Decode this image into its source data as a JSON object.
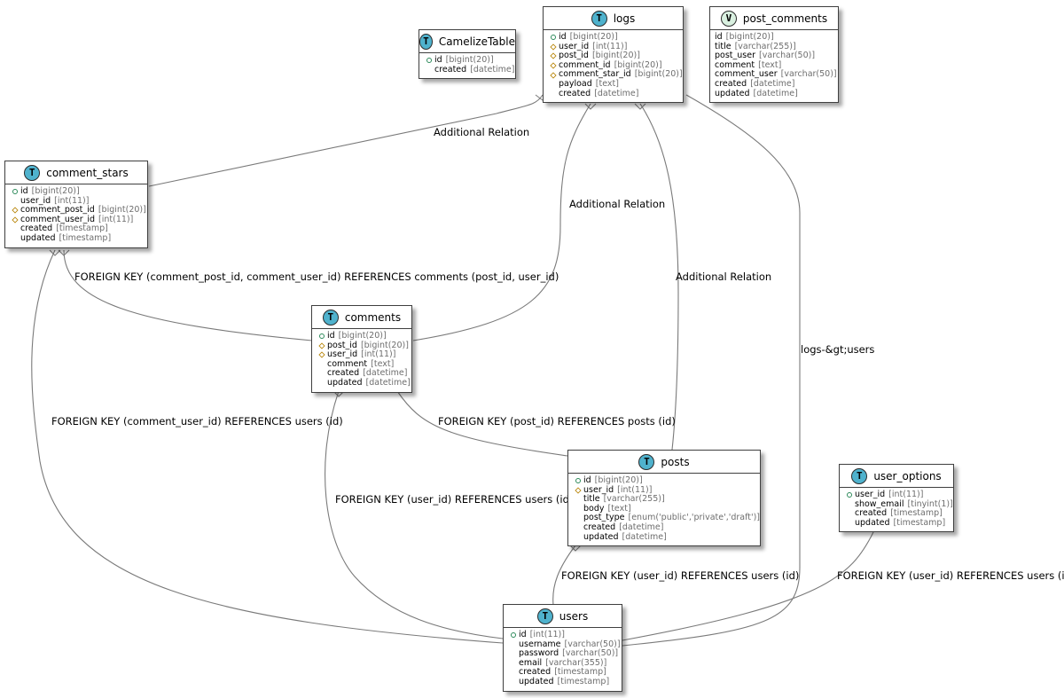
{
  "entities": {
    "camelize": {
      "name": "CamelizeTable",
      "kind": "T",
      "attrs": [
        {
          "name": "id",
          "type": "[bigint(20)]",
          "mark": "pk"
        },
        {
          "name": "created",
          "type": "[datetime]",
          "mark": "none"
        }
      ]
    },
    "logs": {
      "name": "logs",
      "kind": "T",
      "attrs": [
        {
          "name": "id",
          "type": "[bigint(20)]",
          "mark": "pk"
        },
        {
          "name": "user_id",
          "type": "[int(11)]",
          "mark": "fk"
        },
        {
          "name": "post_id",
          "type": "[bigint(20)]",
          "mark": "fk"
        },
        {
          "name": "comment_id",
          "type": "[bigint(20)]",
          "mark": "fk"
        },
        {
          "name": "comment_star_id",
          "type": "[bigint(20)]",
          "mark": "fk"
        },
        {
          "name": "payload",
          "type": "[text]",
          "mark": "none"
        },
        {
          "name": "created",
          "type": "[datetime]",
          "mark": "none"
        }
      ]
    },
    "post_comments": {
      "name": "post_comments",
      "kind": "V",
      "attrs": [
        {
          "name": "id",
          "type": "[bigint(20)]",
          "mark": "plain"
        },
        {
          "name": "title",
          "type": "[varchar(255)]",
          "mark": "plain"
        },
        {
          "name": "post_user",
          "type": "[varchar(50)]",
          "mark": "plain"
        },
        {
          "name": "comment",
          "type": "[text]",
          "mark": "plain"
        },
        {
          "name": "comment_user",
          "type": "[varchar(50)]",
          "mark": "plain"
        },
        {
          "name": "created",
          "type": "[datetime]",
          "mark": "plain"
        },
        {
          "name": "updated",
          "type": "[datetime]",
          "mark": "plain"
        }
      ]
    },
    "comment_stars": {
      "name": "comment_stars",
      "kind": "T",
      "attrs": [
        {
          "name": "id",
          "type": "[bigint(20)]",
          "mark": "pk"
        },
        {
          "name": "user_id",
          "type": "[int(11)]",
          "mark": "none"
        },
        {
          "name": "comment_post_id",
          "type": "[bigint(20)]",
          "mark": "fk"
        },
        {
          "name": "comment_user_id",
          "type": "[int(11)]",
          "mark": "fk"
        },
        {
          "name": "created",
          "type": "[timestamp]",
          "mark": "none"
        },
        {
          "name": "updated",
          "type": "[timestamp]",
          "mark": "none"
        }
      ]
    },
    "comments": {
      "name": "comments",
      "kind": "T",
      "attrs": [
        {
          "name": "id",
          "type": "[bigint(20)]",
          "mark": "pk"
        },
        {
          "name": "post_id",
          "type": "[bigint(20)]",
          "mark": "fk"
        },
        {
          "name": "user_id",
          "type": "[int(11)]",
          "mark": "fk"
        },
        {
          "name": "comment",
          "type": "[text]",
          "mark": "none"
        },
        {
          "name": "created",
          "type": "[datetime]",
          "mark": "none"
        },
        {
          "name": "updated",
          "type": "[datetime]",
          "mark": "none"
        }
      ]
    },
    "posts": {
      "name": "posts",
      "kind": "T",
      "attrs": [
        {
          "name": "id",
          "type": "[bigint(20)]",
          "mark": "pk"
        },
        {
          "name": "user_id",
          "type": "[int(11)]",
          "mark": "fk"
        },
        {
          "name": "title",
          "type": "[varchar(255)]",
          "mark": "none"
        },
        {
          "name": "body",
          "type": "[text]",
          "mark": "none"
        },
        {
          "name": "post_type",
          "type": "[enum('public','private','draft')]",
          "mark": "none"
        },
        {
          "name": "created",
          "type": "[datetime]",
          "mark": "none"
        },
        {
          "name": "updated",
          "type": "[datetime]",
          "mark": "none"
        }
      ]
    },
    "user_options": {
      "name": "user_options",
      "kind": "T",
      "attrs": [
        {
          "name": "user_id",
          "type": "[int(11)]",
          "mark": "pk"
        },
        {
          "name": "show_email",
          "type": "[tinyint(1)]",
          "mark": "none"
        },
        {
          "name": "created",
          "type": "[timestamp]",
          "mark": "none"
        },
        {
          "name": "updated",
          "type": "[timestamp]",
          "mark": "none"
        }
      ]
    },
    "users": {
      "name": "users",
      "kind": "T",
      "attrs": [
        {
          "name": "id",
          "type": "[int(11)]",
          "mark": "pk"
        },
        {
          "name": "username",
          "type": "[varchar(50)]",
          "mark": "none"
        },
        {
          "name": "password",
          "type": "[varchar(50)]",
          "mark": "none"
        },
        {
          "name": "email",
          "type": "[varchar(355)]",
          "mark": "none"
        },
        {
          "name": "created",
          "type": "[timestamp]",
          "mark": "none"
        },
        {
          "name": "updated",
          "type": "[timestamp]",
          "mark": "none"
        }
      ]
    }
  },
  "relations": {
    "logs_comment_stars": "Additional Relation",
    "logs_comments": "Additional Relation",
    "logs_posts": "Additional Relation",
    "logs_users": "logs-&gt;users",
    "comment_stars_comments": "FOREIGN KEY (comment_post_id, comment_user_id) REFERENCES comments (post_id, user_id)",
    "comment_stars_users": "FOREIGN KEY (comment_user_id) REFERENCES users (id)",
    "comments_posts": "FOREIGN KEY (post_id) REFERENCES posts (id)",
    "comments_users": "FOREIGN KEY (user_id) REFERENCES users (id)",
    "posts_users": "FOREIGN KEY (user_id) REFERENCES users (id)",
    "user_options_users": "FOREIGN KEY (user_id) REFERENCES users (id)"
  },
  "colors": {
    "table_badge": "#4fb2cd",
    "view_badge": "#d9f0e0",
    "line": "#7a7a7a"
  }
}
